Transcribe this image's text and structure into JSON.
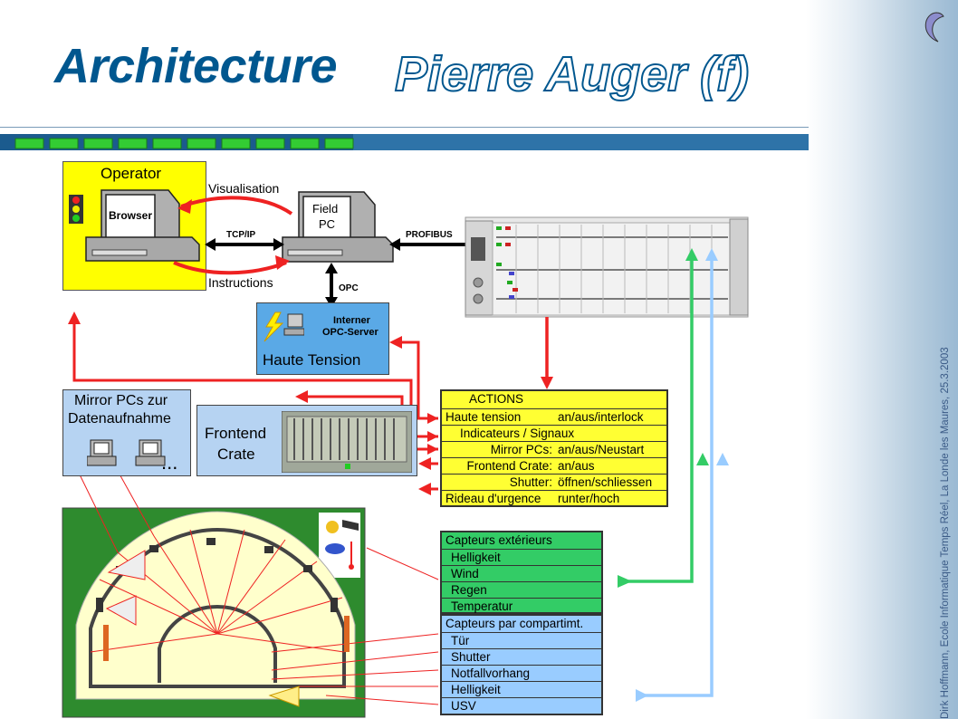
{
  "title": {
    "main": "Architecture",
    "outline": "Pierre Auger (f)"
  },
  "sidebar_text": "Dirk Hoffmann, Ecole Informatique Temps Réel, La Londe les Maures, 25.3.2003",
  "operator": {
    "title": "Operator",
    "browser": "Browser",
    "visualisation": "Visualisation",
    "instructions": "Instructions"
  },
  "fieldpc": {
    "line1": "Field",
    "line2": "PC"
  },
  "links": {
    "tcpip": "TCP/IP",
    "profibus": "PROFIBUS",
    "opc": "OPC"
  },
  "ht": {
    "server_line1": "Interner",
    "server_line2": "OPC-Server",
    "title": "Haute Tension"
  },
  "mirror": {
    "line1": "Mirror PCs zur",
    "line2": "Datenaufnahme",
    "dots": "..."
  },
  "frontend": {
    "line1": "Frontend",
    "line2": "Crate"
  },
  "actions": {
    "header": "ACTIONS",
    "rows": [
      {
        "label": "Haute tension",
        "value": "an/aus/interlock"
      },
      {
        "label": "Indicateurs / Signaux",
        "value": ""
      },
      {
        "label": "Mirror PCs:",
        "value": "an/aus/Neustart"
      },
      {
        "label": "Frontend Crate:",
        "value": "an/aus"
      },
      {
        "label": "Shutter:",
        "value": "öffnen/schliessen"
      },
      {
        "label": "Rideau d'urgence",
        "value": "runter/hoch"
      }
    ]
  },
  "sensors_ext": {
    "header": "Capteurs extérieurs",
    "items": [
      "Helligkeit",
      "Wind",
      "Regen",
      "Temperatur"
    ]
  },
  "sensors_comp": {
    "header": "Capteurs par compartimt.",
    "items": [
      "Tür",
      "Shutter",
      "Notfallvorhang",
      "Helligkeit",
      "USV"
    ]
  },
  "colors": {
    "title": "#00578f",
    "operator_bg": "#ffff00",
    "ht_bg": "#5aa9e6",
    "mirror_bg": "#b6d3f2",
    "actions_bg": "#ffff33",
    "ext_bg": "#33cc66",
    "comp_bg": "#99ccff",
    "site_bg": "#2e8b2e",
    "red": "#ee2222",
    "green": "#33cc66",
    "lightblue": "#99ccff"
  }
}
